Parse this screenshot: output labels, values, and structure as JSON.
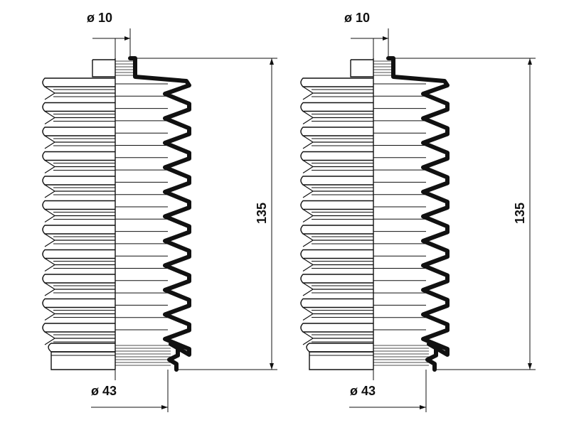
{
  "drawings": [
    {
      "top_diameter_label": "ø 10",
      "bottom_diameter_label": "ø 43",
      "height_label": "135"
    },
    {
      "top_diameter_label": "ø 10",
      "bottom_diameter_label": "ø 43",
      "height_label": "135"
    }
  ],
  "colors": {
    "line": "#111111",
    "background": "#ffffff"
  }
}
